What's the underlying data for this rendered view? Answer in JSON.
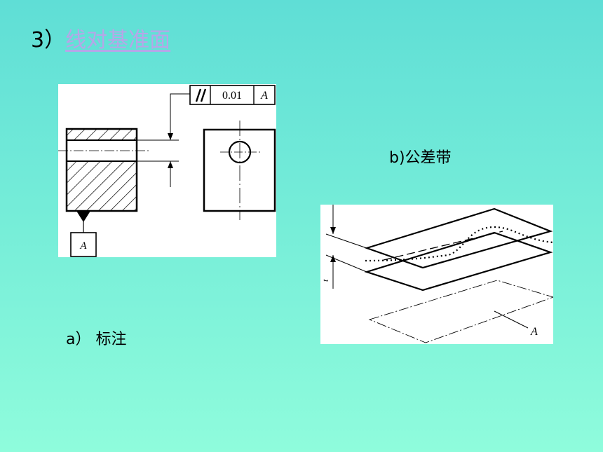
{
  "slide": {
    "title_number": "3）",
    "title_link": "线对基准面",
    "caption_a": "a） 标注",
    "caption_b": "b)公差带",
    "frame_tolerance": "0.01",
    "frame_datum": "A",
    "datum_label": "A",
    "zone_width_label": "t",
    "zone_datum_label": "A"
  },
  "colors": {
    "background_top": "#5fded6",
    "background_bottom": "#8ffcdc",
    "link": "#b6a6e8"
  }
}
